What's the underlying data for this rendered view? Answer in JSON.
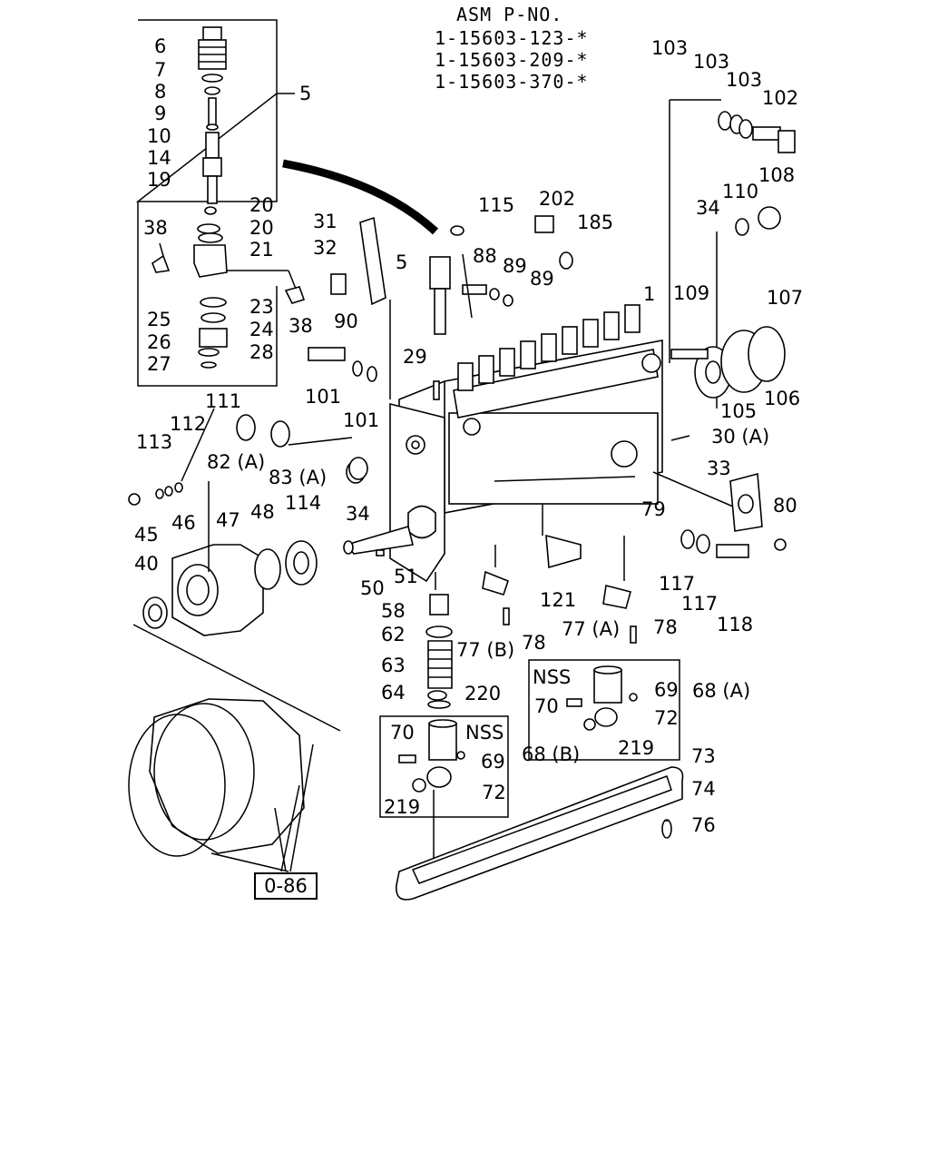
{
  "header": {
    "title": "ASM P-NO.",
    "part_numbers": [
      "1-15603-123-*",
      "1-15603-209-*",
      "1-15603-370-*"
    ]
  },
  "callouts": {
    "c5a": "5",
    "c6": "6",
    "c7": "7",
    "c8": "8",
    "c9": "9",
    "c10": "10",
    "c14": "14",
    "c19": "19",
    "c20a": "20",
    "c20b": "20",
    "c21": "21",
    "c38a": "38",
    "c38b": "38",
    "c23": "23",
    "c24": "24",
    "c25": "25",
    "c26": "26",
    "c27": "27",
    "c28": "28",
    "c103a": "103",
    "c103b": "103",
    "c103c": "103",
    "c102": "102",
    "c110": "110",
    "c108": "108",
    "c34a": "34",
    "c115": "115",
    "c202": "202",
    "c185": "185",
    "c31": "31",
    "c32": "32",
    "c5b": "5",
    "c88": "88",
    "c89a": "89",
    "c89b": "89",
    "c1": "1",
    "c109": "109",
    "c107": "107",
    "c90": "90",
    "c29": "29",
    "c101a": "101",
    "c101b": "101",
    "c105": "105",
    "c106": "106",
    "c30a": "30 (A)",
    "c111": "111",
    "c112": "112",
    "c113": "113",
    "c82a": "82 (A)",
    "c83a": "83 (A)",
    "c34b": "34",
    "c33": "33",
    "c79": "79",
    "c80": "80",
    "c45": "45",
    "c46": "46",
    "c47": "47",
    "c48": "48",
    "c114": "114",
    "c40": "40",
    "c50": "50",
    "c51": "51",
    "c117a": "117",
    "c117b": "117",
    "c121": "121",
    "c58": "58",
    "c62": "62",
    "c77b": "77 (B)",
    "c78a": "78",
    "c77a": "77 (A)",
    "c78b": "78",
    "c118": "118",
    "c63": "63",
    "c64": "64",
    "c220": "220",
    "nss1": "NSS",
    "c69a": "69",
    "c70a": "70",
    "c72a": "72",
    "c219a": "219",
    "c68a": "68 (A)",
    "c70b": "70",
    "nss2": "NSS",
    "c69b": "69",
    "c68b": "68 (B)",
    "c219b": "219",
    "c72b": "72",
    "c73": "73",
    "c74": "74",
    "c76": "76"
  },
  "reference_box": "0-86"
}
